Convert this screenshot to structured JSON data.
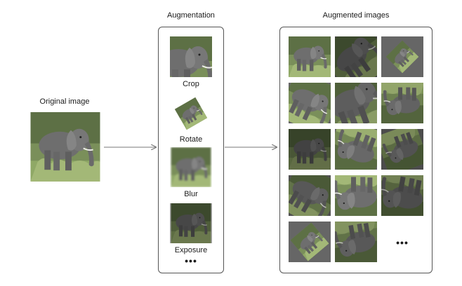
{
  "original": {
    "title": "Original image"
  },
  "augmentation": {
    "title": "Augmentation",
    "steps": [
      "Crop",
      "Rotate",
      "Blur",
      "Exposure"
    ],
    "more": "•••"
  },
  "augmented": {
    "title": "Augmented images",
    "more": "•••"
  }
}
